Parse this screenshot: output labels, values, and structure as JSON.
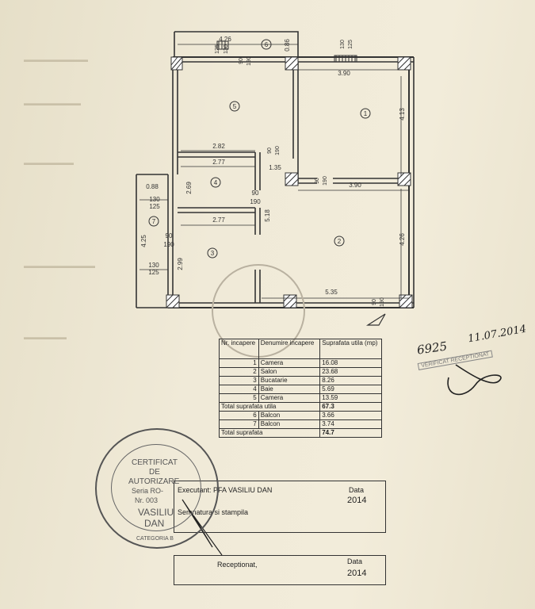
{
  "plan": {
    "room_numbers": [
      "1",
      "2",
      "3",
      "4",
      "5",
      "6",
      "7"
    ],
    "dims": {
      "top_balcony_len": "4.26",
      "top_balcony_depth": "0.86",
      "window_top_left": "125",
      "window_top_left_h": "130",
      "door_top_mid_w": "90",
      "door_top_mid_h": "190",
      "window_top_right": "130",
      "window_top_right_h": "125",
      "room1_width": "3.90",
      "room1_height": "4.13",
      "room5_wall_top": "2.82",
      "room4_width_top": "2.77",
      "door_5_w": "90",
      "door_5_h": "190",
      "hall_width": "1.35",
      "door_1_w": "90",
      "door_1_h": "190",
      "room1_bottom": "3.90",
      "balcony7_depth": "0.88",
      "room4_height": "2.69",
      "window_left_1_w": "130",
      "window_left_1_h": "125",
      "door_4_w": "90",
      "door_4_h": "190",
      "room3_width_top": "2.77",
      "hall_length": "5.18",
      "balcony7_len": "4.25",
      "door_3_w": "90",
      "door_3_h": "190",
      "room3_height": "2.99",
      "room2_height": "4.26",
      "window_left_2_w": "130",
      "window_left_2_h": "125",
      "room2_width": "5.35",
      "door_2_w": "90",
      "door_2_h": "190"
    }
  },
  "table": {
    "headers": {
      "nr": "Nr. incapere",
      "name": "Denumire incapere",
      "area": "Suprafata utila (mp)"
    },
    "rooms": [
      {
        "nr": "1",
        "name": "Camera",
        "area": "16.08"
      },
      {
        "nr": "2",
        "name": "Salon",
        "area": "23.68"
      },
      {
        "nr": "3",
        "name": "Bucatarie",
        "area": "8.26"
      },
      {
        "nr": "4",
        "name": "Baie",
        "area": "5.69"
      },
      {
        "nr": "5",
        "name": "Camera",
        "area": "13.59"
      }
    ],
    "total_useful_label": "Total suprafata utila",
    "total_useful": "67.3",
    "balconies": [
      {
        "nr": "6",
        "name": "Balcon",
        "area": "3.66"
      },
      {
        "nr": "7",
        "name": "Balcon",
        "area": "3.74"
      }
    ],
    "total_label": "Total suprafata",
    "total": "74.7"
  },
  "executant": {
    "label": "Executant: PFA VASILIU DAN",
    "date_label": "Data",
    "year": "2014",
    "signature_label": "Semnatura si stampila"
  },
  "receptionat": {
    "label": "Receptionat,",
    "date_label": "Data",
    "year": "2014"
  },
  "stamp": {
    "line1": "CERTIFICAT",
    "line2": "DE",
    "line3": "AUTORIZARE",
    "line4": "Seria RO-",
    "line5": "Nr. 003",
    "line6": "VASILIU",
    "line7": "DAN",
    "line8": "CATEGORIA B"
  },
  "handwriting": {
    "ref": "6925",
    "date": "11.07.2014"
  },
  "verify_stamp": {
    "line": "VERIFICAT RECEPTIONAT"
  }
}
